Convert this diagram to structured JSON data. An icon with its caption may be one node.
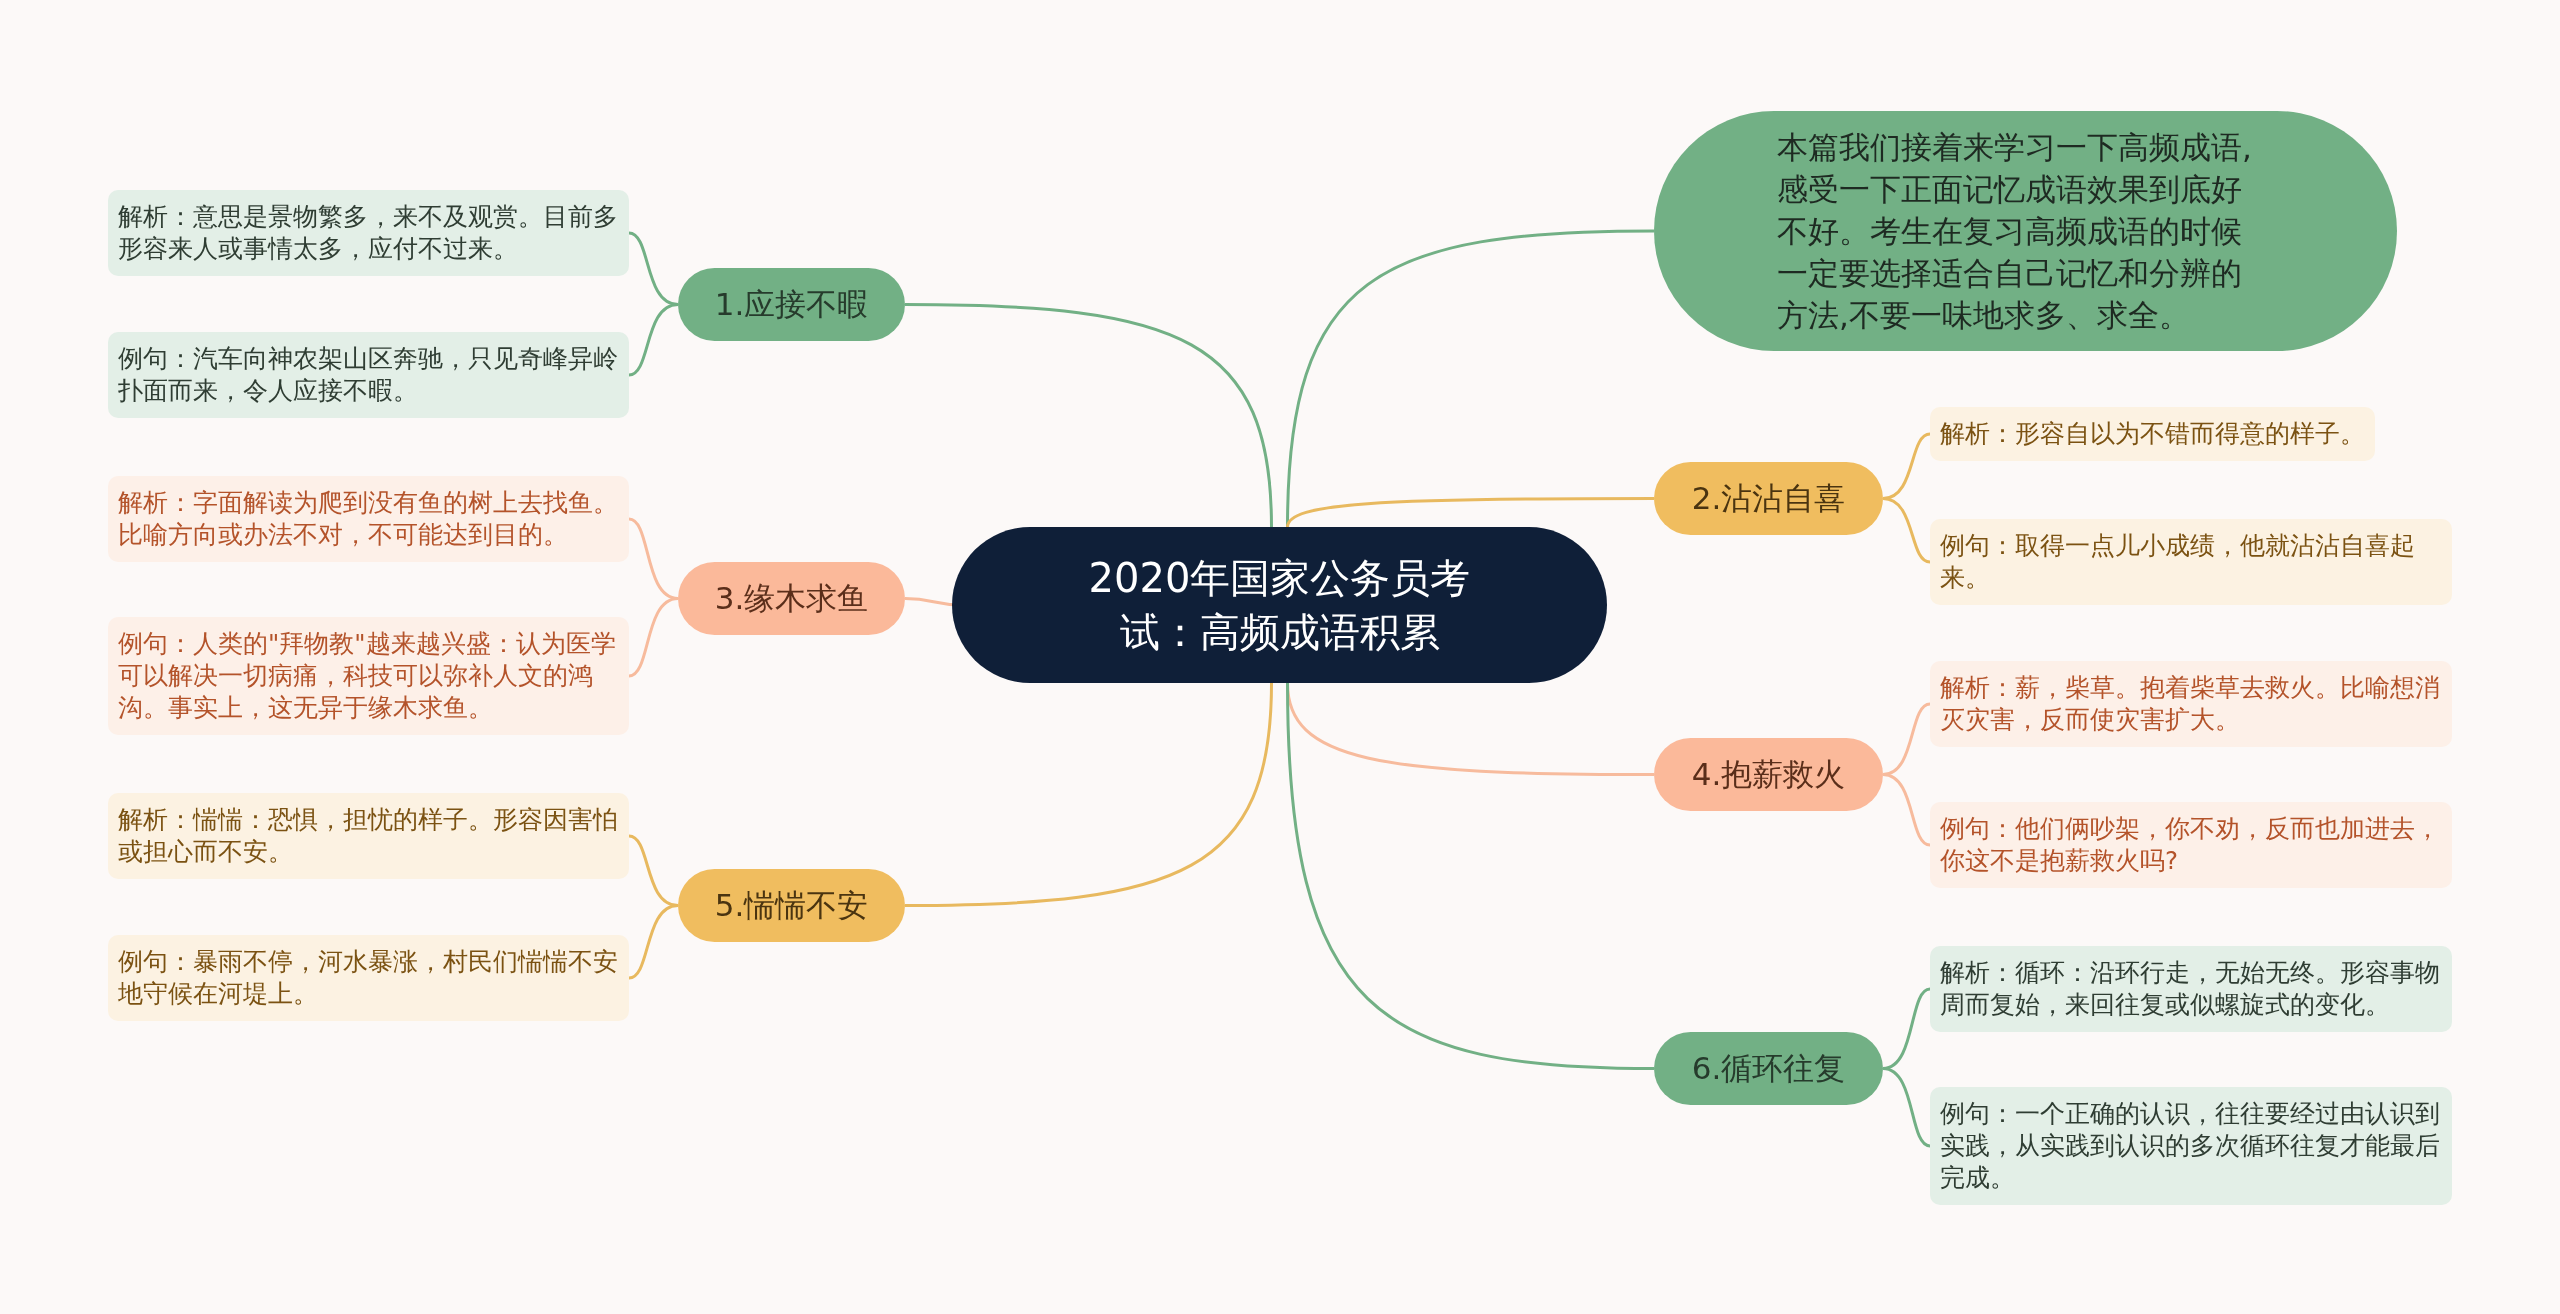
{
  "diagram": {
    "nodes": [
      {
        "text": [
          "2020年国家公务员考试：高频成语积累"
        ]
      },
      {
        "text": [
          "本篇我们接着来学习一下高频成语,感受一下正面记忆成语效果到底好不好。考生在复习高频成语的时候一定要选择适合自己记忆和分辨的方法,不要一味地求多、求全。"
        ]
      },
      {
        "text": [
          "1.应接不暇"
        ]
      },
      {
        "text": [
          "解析：意思是景物繁多，来不及观赏。目前多形容来人或事情太多，应付不过来。"
        ]
      },
      {
        "text": [
          "例句：汽车向神农架山区奔驰，只见奇峰异岭扑面而来，令人应接不暇。"
        ]
      },
      {
        "text": [
          "2.沾沾自喜"
        ]
      },
      {
        "text": [
          "解析：形容自以为不错而得意的样子。"
        ]
      },
      {
        "text": [
          "例句：取得一点儿小成绩，他就沾沾自喜起来。"
        ]
      },
      {
        "text": [
          "3.缘木求鱼"
        ]
      },
      {
        "text": [
          "解析：字面解读为爬到没有鱼的树上去找鱼。比喻方向或办法不对，不可能达到目的。"
        ]
      },
      {
        "text": [
          "例句：人类的\"拜物教\"越来越兴盛：认为医学可以解决一切病痛，科技可以弥补人文的鸿沟。事实上，这无异于缘木求鱼。"
        ]
      },
      {
        "text": [
          "4.抱薪救火"
        ]
      },
      {
        "text": [
          "解析：薪，柴草。抱着柴草去救火。比喻想消灭灾害，反而使灾害扩大。"
        ]
      },
      {
        "text": [
          "例句：他们俩吵架，你不劝，反而也加进去，你这不是抱薪救火吗?"
        ]
      },
      {
        "text": [
          "5.惴惴不安"
        ]
      },
      {
        "text": [
          "解析：惴惴：恐惧，担忧的样子。形容因害怕或担心而不安。"
        ]
      },
      {
        "text": [
          "例句：暴雨不停，河水暴涨，村民们惴惴不安地守候在河堤上。"
        ]
      },
      {
        "text": [
          "6.循环往复"
        ]
      },
      {
        "text": [
          "解析：循环：沿环行走，无始无终。形容事物周而复始，来回往复或似螺旋式的变化。"
        ]
      },
      {
        "text": [
          "例句：一个正确的认识，往往要经过由认识到实践，从实践到认识的多次循环往复才能最后完成。"
        ]
      }
    ],
    "edges": [
      {
        "from": 0,
        "to": 1,
        "arrow": "none"
      },
      {
        "from": 0,
        "to": 2,
        "arrow": "none"
      },
      {
        "from": 2,
        "to": 3,
        "arrow": "none"
      },
      {
        "from": 2,
        "to": 4,
        "arrow": "none"
      },
      {
        "from": 0,
        "to": 5,
        "arrow": "none",
        "color": "#e8b95f"
      },
      {
        "from": 5,
        "to": 6,
        "arrow": "none",
        "color": "#e8b95f"
      },
      {
        "from": 5,
        "to": 7,
        "arrow": "none",
        "color": "#e8b95f"
      },
      {
        "from": 0,
        "to": 8,
        "arrow": "none",
        "color": "#f7bb9d"
      },
      {
        "from": 8,
        "to": 9,
        "arrow": "none",
        "color": "#f7bb9d"
      },
      {
        "from": 8,
        "to": 10,
        "arrow": "none",
        "color": "#f7bb9d"
      },
      {
        "from": 0,
        "to": 11,
        "arrow": "none",
        "color": "#f7bb9d"
      },
      {
        "from": 11,
        "to": 12,
        "arrow": "none",
        "color": "#f7bb9d"
      },
      {
        "from": 11,
        "to": 13,
        "arrow": "none",
        "color": "#f7bb9d"
      },
      {
        "from": 0,
        "to": 14,
        "arrow": "none",
        "color": "#e8b95f"
      },
      {
        "from": 14,
        "to": 15,
        "arrow": "none",
        "color": "#e8b95f"
      },
      {
        "from": 14,
        "to": 16,
        "arrow": "none",
        "color": "#e8b95f"
      },
      {
        "from": 0,
        "to": 17,
        "arrow": "none"
      },
      {
        "from": 17,
        "to": 18,
        "arrow": "none"
      },
      {
        "from": 17,
        "to": 19,
        "arrow": "none"
      }
    ]
  }
}
